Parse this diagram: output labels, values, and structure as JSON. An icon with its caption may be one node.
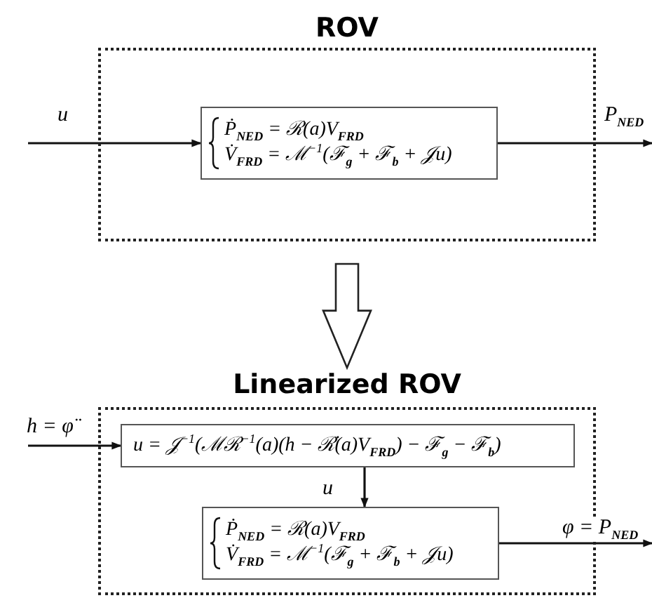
{
  "diagram": {
    "nodes": [
      {
        "text": [
          "ROV"
        ]
      },
      {
        "text": [
          "Ṗ$_{NED}$ = ℛ(a)V$_{FRD}$",
          "V̇$_{FRD}$ = ℳ$^{−1}$(ℱ$_{g}$ + ℱ$_{b}$ + 𝒥u)"
        ],
        "in": 0
      },
      {
        "text": [
          "Linearized ROV"
        ]
      },
      {
        "text": [
          "u = 𝒥$^{−1}$(ℳℛ$^{−1}$(a)(h − ℛ̇(a)V$_{FRD}$) − ℱ$_{g}$ − ℱ$_{b}$)"
        ],
        "in": 2
      },
      {
        "text": [
          "Ṗ$_{NED}$ = ℛ(a)V$_{FRD}$",
          "V̇$_{FRD}$ = ℳ$^{−1}$(ℱ$_{g}$ + ℱ$_{b}$ + 𝒥u)"
        ],
        "in": 2
      }
    ],
    "edges": [
      {
        "from": null,
        "to": 1,
        "arrow": "to",
        "label": "u"
      },
      {
        "from": 1,
        "to": null,
        "arrow": "to",
        "label": "P$_{NED}$"
      },
      {
        "from": 0,
        "to": 2,
        "arrow": "to",
        "style": "thick"
      },
      {
        "from": null,
        "to": 3,
        "arrow": "to",
        "label": "h = φ̈"
      },
      {
        "from": 3,
        "to": 4,
        "arrow": "to",
        "label": "u"
      },
      {
        "from": 4,
        "to": null,
        "arrow": "to",
        "label": "φ = P$_{NED}$"
      }
    ]
  }
}
